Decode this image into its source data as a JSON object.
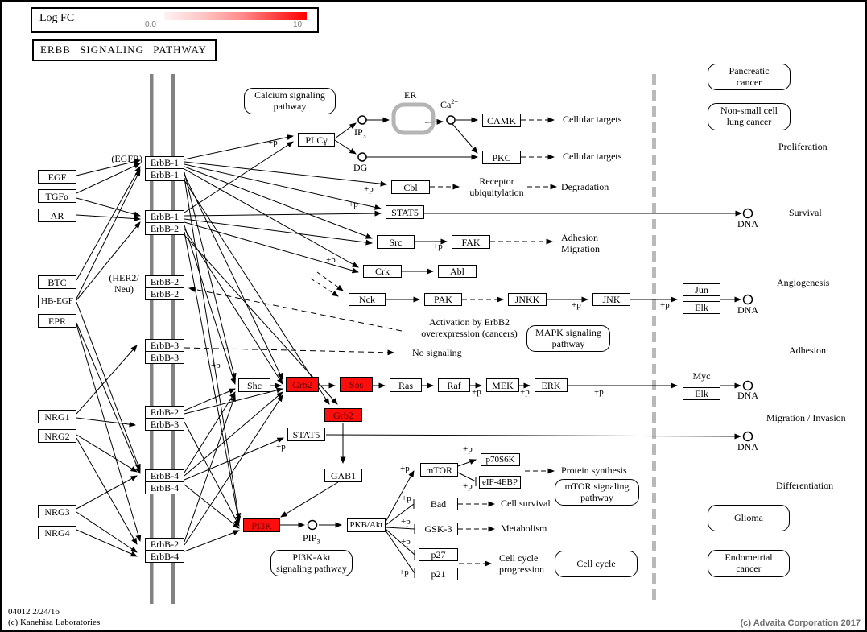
{
  "legend": {
    "label": "Log FC",
    "min": "0.0",
    "max": "10"
  },
  "title": "ERBB SIGNALING PATHWAY",
  "colors": {
    "highlight": "#fb0e0c",
    "highlight-text": "#5e0000",
    "membrane": "#828282",
    "nuclear-membrane": "#b9b9b9",
    "er-stroke": "#b5b5b5"
  },
  "ligands": {
    "egf": "EGF",
    "tgfa": "TGFα",
    "ar": "AR",
    "btc": "BTC",
    "hbegf": "HB-EGF",
    "epr": "EPR",
    "nrg1": "NRG1",
    "nrg2": "NRG2",
    "nrg3": "NRG3",
    "nrg4": "NRG4"
  },
  "receptor_tags": {
    "egfr": "(EGFR)",
    "her2": "(HER2/\nNeu)"
  },
  "receptors": {
    "p1t": "ErbB-1",
    "p1b": "ErbB-1",
    "p2t": "ErbB-1",
    "p2b": "ErbB-2",
    "p3t": "ErbB-2",
    "p3b": "ErbB-2",
    "p4t": "ErbB-3",
    "p4b": "ErbB-3",
    "p5t": "ErbB-2",
    "p5b": "ErbB-3",
    "p6t": "ErbB-4",
    "p6b": "ErbB-4",
    "p7t": "ErbB-2",
    "p7b": "ErbB-4"
  },
  "proteins": {
    "plcg": "PLCγ",
    "camk": "CAMK",
    "pkc": "PKC",
    "cbl": "Cbl",
    "stat5a": "STAT5",
    "src": "Src",
    "fak": "FAK",
    "crk": "Crk",
    "abl": "Abl",
    "nck": "Nck",
    "pak": "PAK",
    "jnkk": "JNKK",
    "jnk": "JNK",
    "jun": "Jun",
    "elk1": "Elk",
    "shc": "Shc",
    "grb2a": "Grb2",
    "sos": "Sos",
    "ras": "Ras",
    "raf": "Raf",
    "mek": "MEK",
    "erk": "ERK",
    "myc": "Myc",
    "elk2": "Elk",
    "grb2b": "Grb2",
    "stat5b": "STAT5",
    "gab1": "GAB1",
    "mtor": "mTOR",
    "p70s6k": "p70S6K",
    "eif4ebp": "eIF-4EBP",
    "bad": "Bad",
    "gsk3": "GSK-3",
    "p27": "p27",
    "p21": "p21",
    "pi3k": "PI3K",
    "pkbakt": "PKB/Akt"
  },
  "pathways": {
    "calcium": "Calcium signaling\npathway",
    "mapk": "MAPK signaling\npathway",
    "mtor": "mTOR signaling\npathway",
    "cellcycle": "Cell cycle",
    "pi3kakt": "PI3K-Akt\nsignaling pathway",
    "pancreatic": "Pancreatic\ncancer",
    "nsclc": "Non-small cell\nlung cancer",
    "glioma": "Glioma",
    "endometrial": "Endometrial\ncancer"
  },
  "outcomes": {
    "cellular1": "Cellular targets",
    "cellular2": "Cellular targets",
    "recub": "Receptor\nubiquitylation",
    "degradation": "Degradation",
    "adhesion_mig": "Adhesion\nMigration",
    "activation": "Activation by ErbB2\noverexpression (cancers)",
    "nosignal": "No signaling",
    "protein_syn": "Protein synthesis",
    "cellsurvival": "Cell survival",
    "metabolism": "Metabolism",
    "ccprog": "Cell cycle\nprogression"
  },
  "sides": {
    "proliferation": "Proliferation",
    "survival": "Survival",
    "angiogenesis": "Angiogenesis",
    "adhesion": "Adhesion",
    "migration": "Migration / Invasion",
    "differentiation": "Differentiation"
  },
  "misc": {
    "phospho": "+p",
    "dna": "DNA",
    "er": "ER",
    "ca_base": "Ca",
    "ca_sup": "2+",
    "ip3_base": "IP",
    "ip3_sub": "3",
    "dg": "DG",
    "pip3_base": "PIP",
    "pip3_sub": "3"
  },
  "footer": {
    "map_id": "04012 2/24/16",
    "kanehisa": "(c) Kanehisa Laboratories",
    "advaita": "(c) Advaita Corporation 2017"
  }
}
